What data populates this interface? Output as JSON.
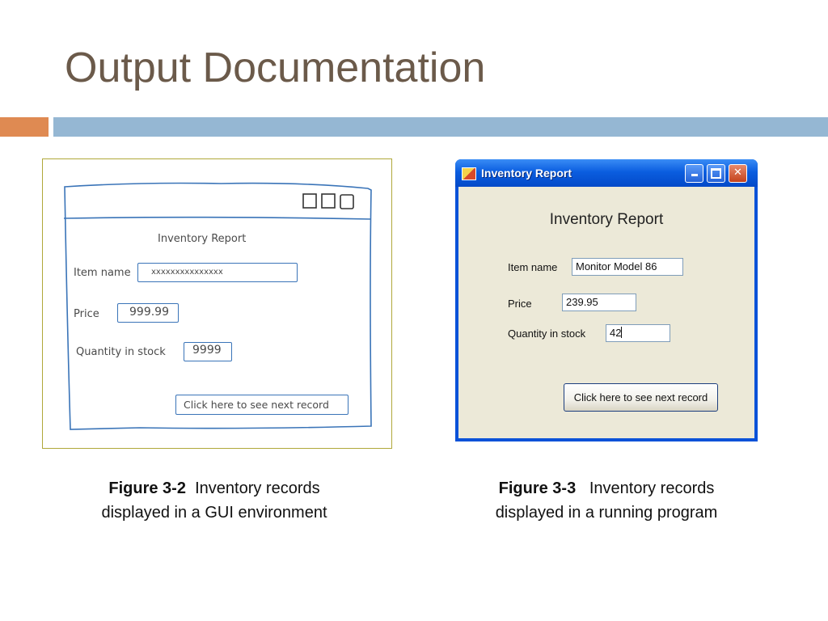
{
  "slide": {
    "title": "Output Documentation",
    "colors": {
      "title": "#6b5a4a",
      "accent_orange": "#df8a52",
      "accent_blue": "#95b7d3"
    }
  },
  "figure_sketch": {
    "heading": "Inventory Report",
    "item_name_label": "Item name",
    "item_name_value": "xxxxxxxxxxxxxxx",
    "price_label": "Price",
    "price_value": "999.99",
    "quantity_label": "Quantity in stock",
    "quantity_value": "9999",
    "next_button_label": "Click here to see next record",
    "window_control_icons": [
      "box-icon",
      "box-icon",
      "box-icon"
    ]
  },
  "figure_program": {
    "window_title": "Inventory Report",
    "heading": "Inventory Report",
    "item_name_label": "Item name",
    "item_name_value": "Monitor Model 86",
    "price_label": "Price",
    "price_value": "239.95",
    "quantity_label": "Quantity in stock",
    "quantity_value": "42",
    "next_button_label": "Click here to see next record",
    "controls": {
      "minimize_icon": "minimize-icon",
      "maximize_icon": "maximize-icon",
      "close_icon": "close-icon"
    }
  },
  "captions": {
    "fig2_label": "Figure 3-2",
    "fig2_text_line1": "Inventory records",
    "fig2_text_line2": "displayed in a GUI environment",
    "fig3_label": "Figure 3-3",
    "fig3_text_line1": "Inventory records",
    "fig3_text_line2": "displayed in a running program"
  }
}
